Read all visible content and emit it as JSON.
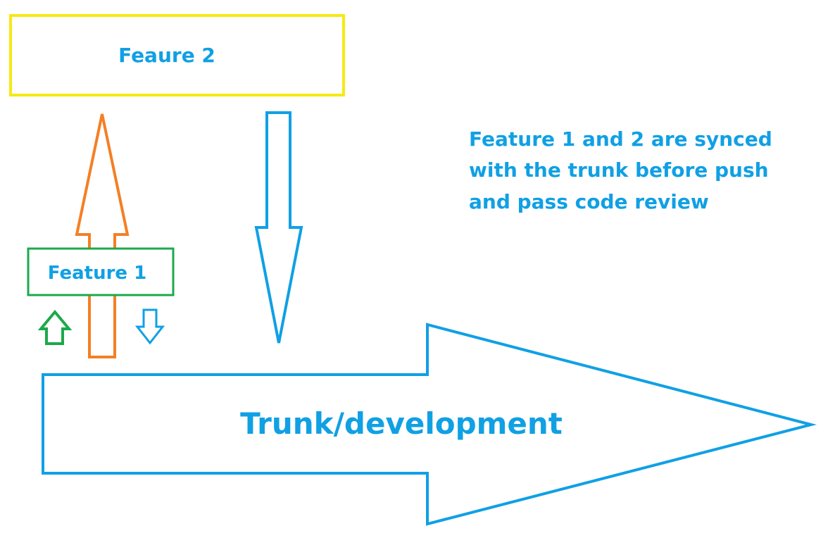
{
  "colors": {
    "blue": "#10a0e4",
    "yellow": "#f5ea12",
    "green": "#1ca94b",
    "orange": "#f47f24",
    "background": "#ffffff"
  },
  "feature2": {
    "label": "Feaure 2"
  },
  "feature1": {
    "label": "Feature 1"
  },
  "trunk": {
    "label": "Trunk/development"
  },
  "note": {
    "lines": [
      "Feature 1 and 2 are synced",
      "with the trunk before push",
      "and pass code review"
    ]
  }
}
